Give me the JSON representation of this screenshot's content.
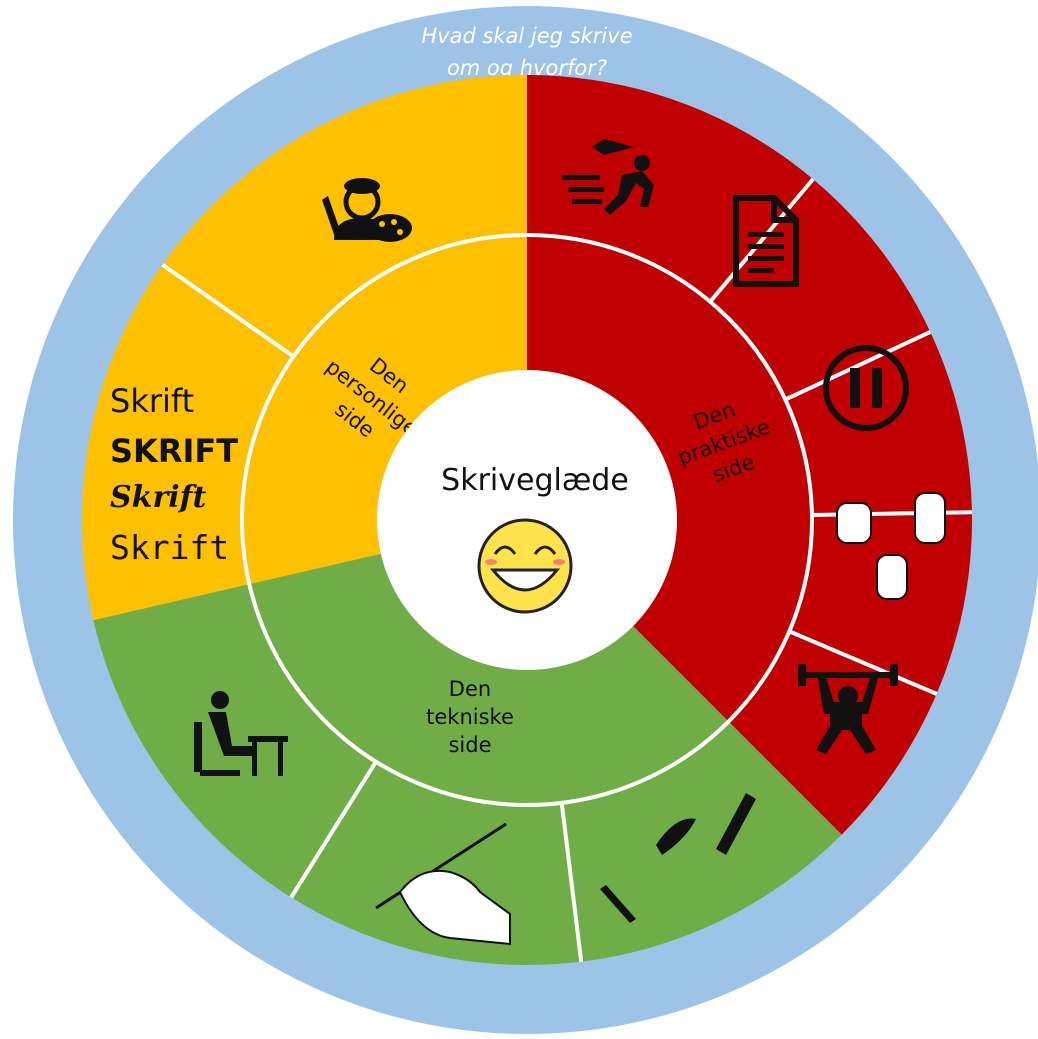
{
  "outer_ring": {
    "question_line1": "Hvad skal jeg skrive",
    "question_line2": "om og hvorfor?",
    "color": "#9dc3e6"
  },
  "center": {
    "title": "Skriveglæde",
    "emoji_icon": "laughing-face-icon"
  },
  "sections": {
    "personal": {
      "label_lines": [
        "Den",
        "personlige",
        "side"
      ],
      "color": "#ffc000",
      "items": {
        "font_samples": [
          "Skrift",
          "SKRIFT",
          "Skrift",
          "Skrift"
        ],
        "icon": "artist-palette-icon"
      }
    },
    "practical": {
      "label_lines": [
        "Den",
        "praktiske",
        "side"
      ],
      "color": "#c00000",
      "icons": [
        "rocket-runner-icon",
        "document-icon",
        "pause-icon",
        "hand-signs-icon",
        "weightlifter-icon"
      ]
    },
    "technical": {
      "label_lines": [
        "Den",
        "tekniske",
        "side"
      ],
      "color": "#70ad47",
      "icons": [
        "pen-tools-icon",
        "hand-writing-icon",
        "person-at-desk-icon"
      ]
    }
  }
}
